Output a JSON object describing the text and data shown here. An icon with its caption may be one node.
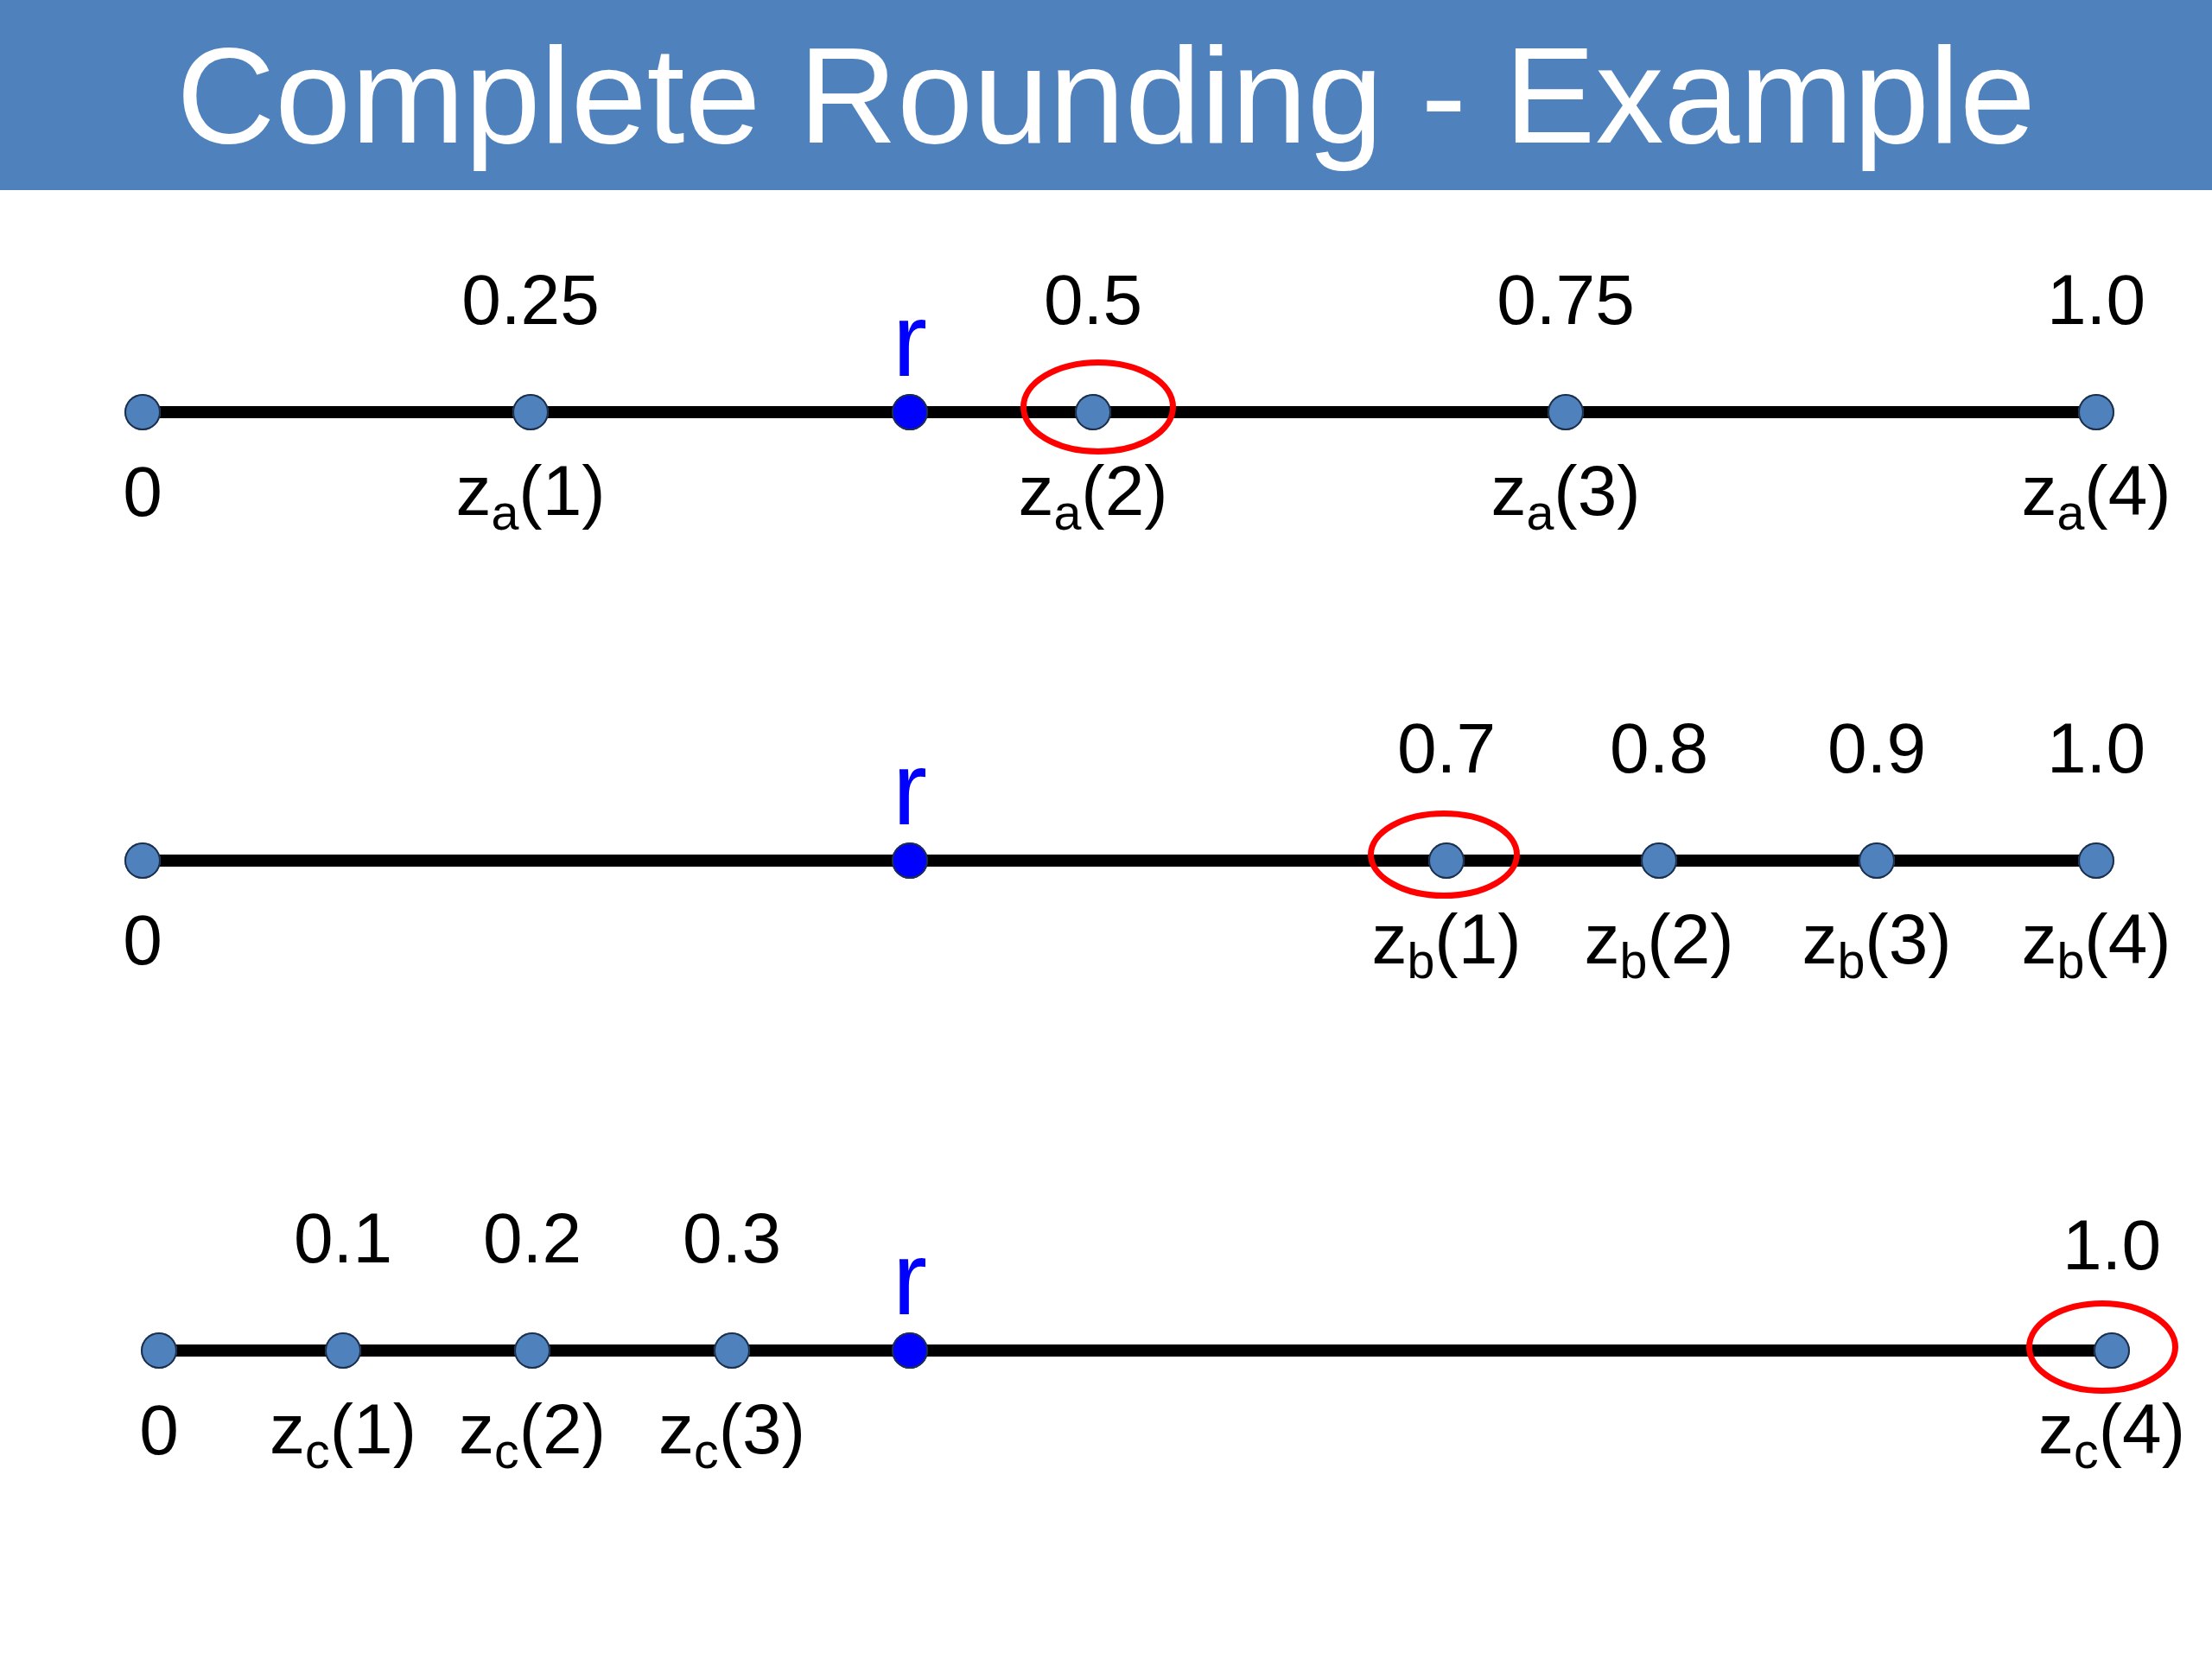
{
  "diagram": {
    "title": "Complete Rounding - Example",
    "nodes": [
      {
        "text": [],
        "shape": "circle",
        "beside": [
          "0"
        ]
      },
      {
        "text": [],
        "shape": "circle",
        "beside": [
          "0.25",
          "z$_{a}$(1)"
        ]
      },
      {
        "text": [],
        "shape": "circle",
        "beside": [
          "r"
        ]
      },
      {
        "text": [],
        "shape": "ellipse"
      },
      {
        "text": [],
        "shape": "circle",
        "in": 3,
        "beside": [
          "0.5",
          "z$_{a}$(2)"
        ]
      },
      {
        "text": [],
        "shape": "circle",
        "beside": [
          "0.75",
          "z$_{a}$(3)"
        ]
      },
      {
        "text": [],
        "shape": "circle",
        "beside": [
          "1.0",
          "z$_{a}$(4)"
        ]
      },
      {
        "text": [],
        "shape": "circle",
        "beside": [
          "0"
        ]
      },
      {
        "text": [],
        "shape": "circle",
        "beside": [
          "r"
        ]
      },
      {
        "text": [],
        "shape": "ellipse"
      },
      {
        "text": [],
        "shape": "circle",
        "in": 9,
        "beside": [
          "0.7",
          "z$_{b}$(1)"
        ]
      },
      {
        "text": [],
        "shape": "circle",
        "beside": [
          "0.8",
          "z$_{b}$(2)"
        ]
      },
      {
        "text": [],
        "shape": "circle",
        "beside": [
          "0.9",
          "z$_{b}$(3)"
        ]
      },
      {
        "text": [],
        "shape": "circle",
        "beside": [
          "1.0",
          "z$_{b}$(4)"
        ]
      },
      {
        "text": [],
        "shape": "circle",
        "beside": [
          "0"
        ]
      },
      {
        "text": [],
        "shape": "circle",
        "beside": [
          "0.1",
          "z$_{c}$(1)"
        ]
      },
      {
        "text": [],
        "shape": "circle",
        "beside": [
          "0.2",
          "z$_{c}$(2)"
        ]
      },
      {
        "text": [],
        "shape": "circle",
        "beside": [
          "0.3",
          "z$_{c}$(3)"
        ]
      },
      {
        "text": [],
        "shape": "circle",
        "beside": [
          "r"
        ]
      },
      {
        "text": [],
        "shape": "ellipse"
      },
      {
        "text": [],
        "shape": "circle",
        "in": 19,
        "beside": [
          "1.0",
          "z$_{c}$(4)"
        ]
      }
    ],
    "edges": [
      {
        "from": 0,
        "to": 1,
        "arrow": "none"
      },
      {
        "from": 1,
        "to": 2,
        "arrow": "none"
      },
      {
        "from": 2,
        "to": 4,
        "arrow": "none"
      },
      {
        "from": 4,
        "to": 5,
        "arrow": "none"
      },
      {
        "from": 5,
        "to": 6,
        "arrow": "none"
      },
      {
        "from": 7,
        "to": 8,
        "arrow": "none"
      },
      {
        "from": 8,
        "to": 10,
        "arrow": "none"
      },
      {
        "from": 10,
        "to": 11,
        "arrow": "none"
      },
      {
        "from": 11,
        "to": 12,
        "arrow": "none"
      },
      {
        "from": 12,
        "to": 13,
        "arrow": "none"
      },
      {
        "from": 14,
        "to": 15,
        "arrow": "none"
      },
      {
        "from": 15,
        "to": 16,
        "arrow": "none"
      },
      {
        "from": 16,
        "to": 17,
        "arrow": "none"
      },
      {
        "from": 17,
        "to": 18,
        "arrow": "none"
      },
      {
        "from": 18,
        "to": 20,
        "arrow": "none"
      }
    ]
  }
}
